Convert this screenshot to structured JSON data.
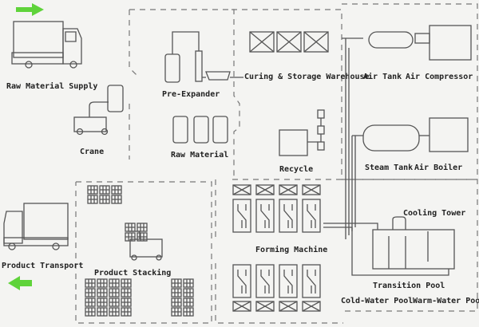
{
  "labels": {
    "raw_material_supply": "Raw Material Supply",
    "crane": "Crane",
    "pre_expander": "Pre-Expander",
    "raw_material": "Raw Material",
    "curing_storage": "Curing & Storage Warehouse",
    "recycle": "Recycle",
    "air_tank": "Air Tank",
    "air_compressor": "Air Compressor",
    "steam_tank": "Steam Tank",
    "air_boiler": "Air Boiler",
    "cooling_tower": "Cooling Tower",
    "forming_machine": "Forming Machine",
    "transition_pool": "Transition Pool",
    "cold_water_pool": "Cold-Water Pool",
    "warm_water_pool": "Warm-Water Pool",
    "product_transport": "Product Transport",
    "product_stacking": "Product Stacking"
  },
  "colors": {
    "arrow": "#5fd33a",
    "line": "#555555",
    "background": "#f4f4f2"
  }
}
